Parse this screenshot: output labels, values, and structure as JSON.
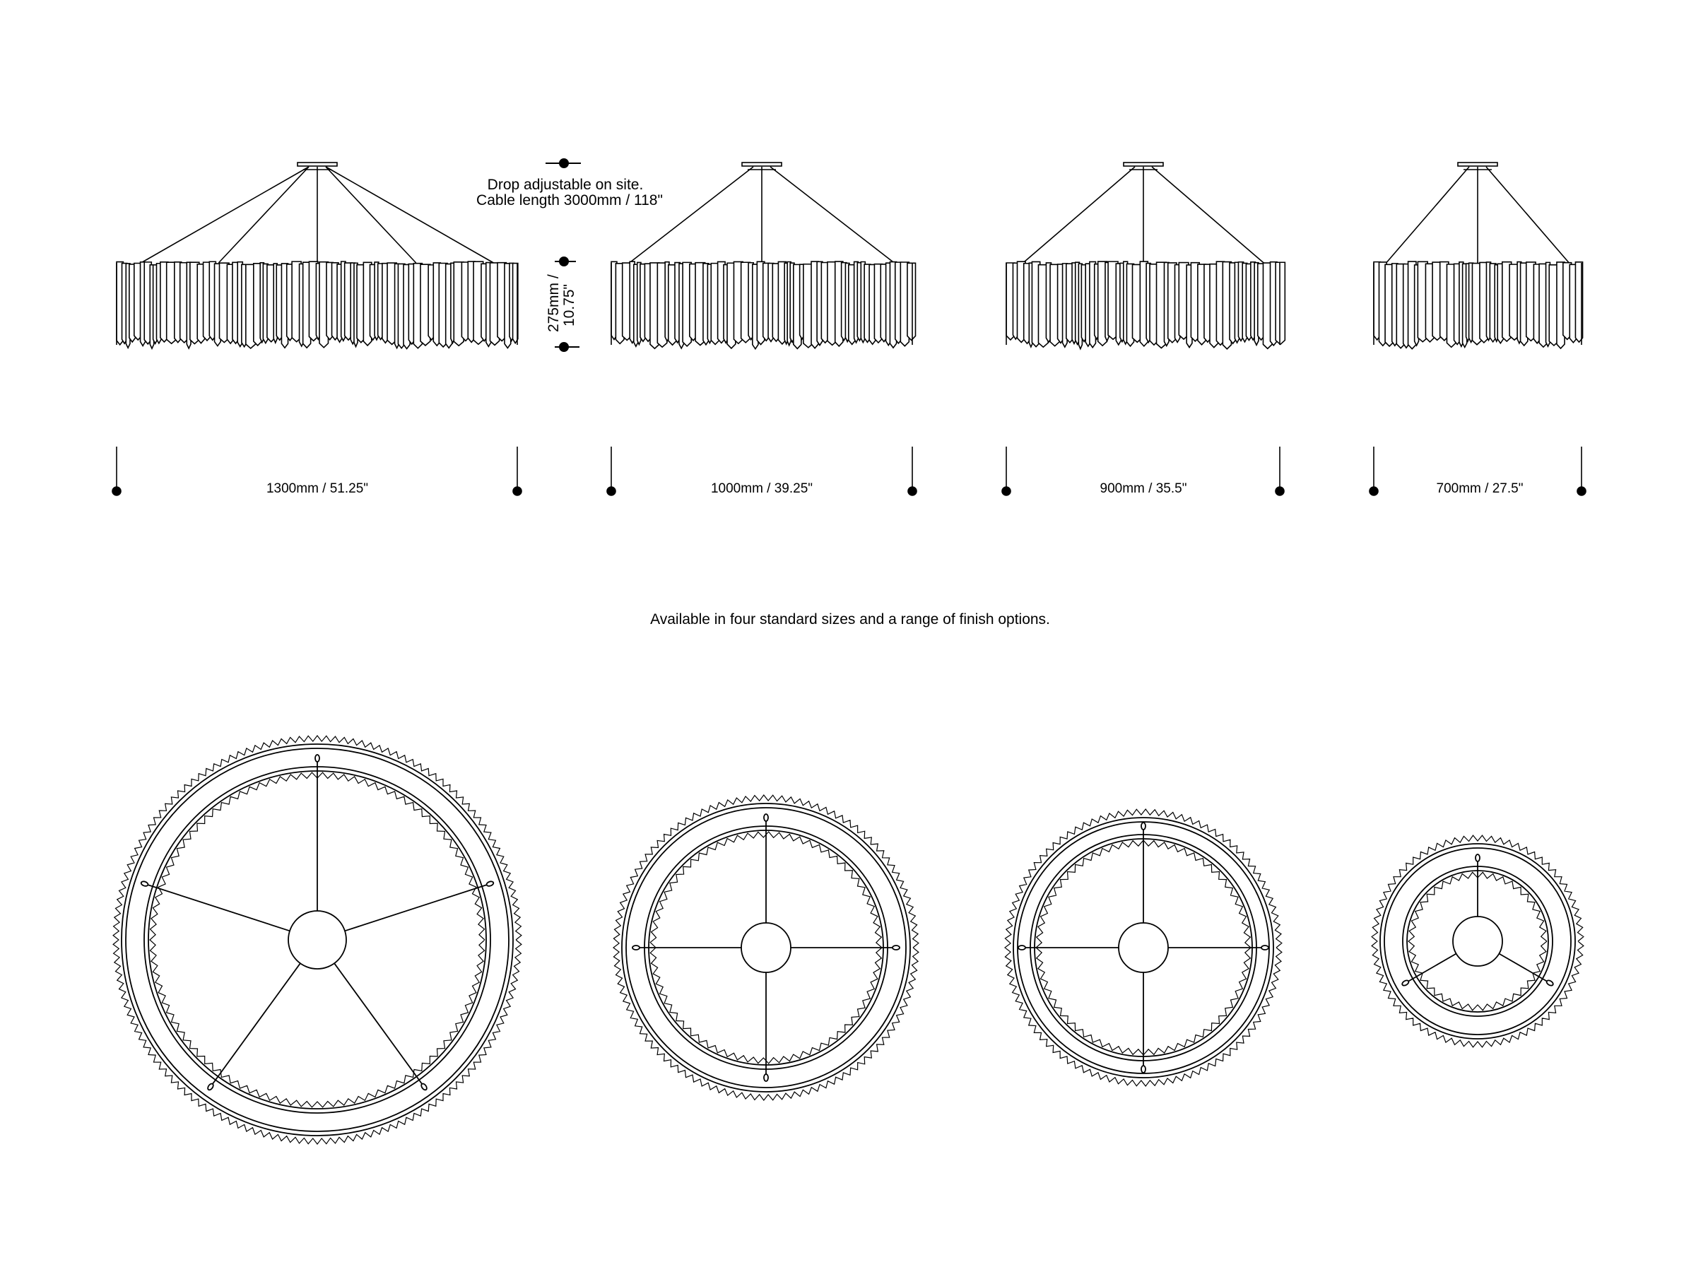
{
  "drop_note": {
    "line1": "Drop adjustable on site.",
    "line2": "Cable length 3000mm / 118\""
  },
  "height_dimension": {
    "line1": "275mm /",
    "line2": "10.75\""
  },
  "sizes": [
    {
      "label": "1300mm / 51.25\"",
      "arms": 5
    },
    {
      "label": "1000mm / 39.25\"",
      "arms": 4
    },
    {
      "label": "900mm / 35.5\"",
      "arms": 4
    },
    {
      "label": "700mm / 27.5\"",
      "arms": 3
    }
  ],
  "caption": "Available in four standard sizes and a range of finish options.",
  "colors": {
    "ink": "#000000",
    "background": "#ffffff"
  }
}
